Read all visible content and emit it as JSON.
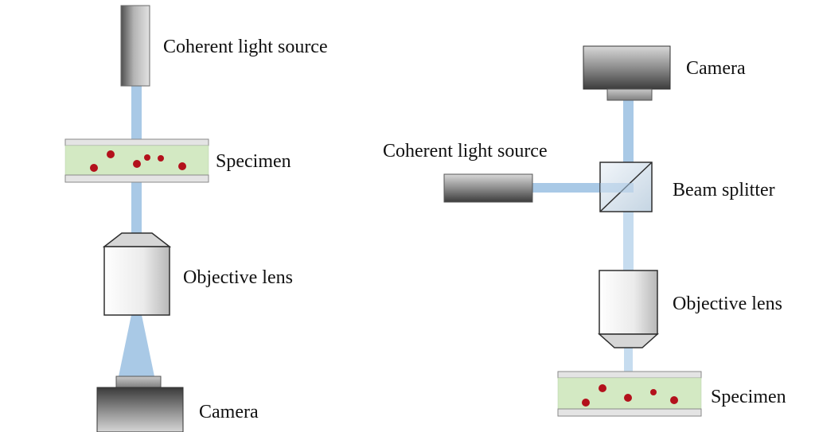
{
  "left_setup": {
    "light_source_label": "Coherent light source",
    "specimen_label": "Specimen",
    "objective_label": "Objective lens",
    "camera_label": "Camera"
  },
  "right_setup": {
    "camera_label": "Camera",
    "light_source_label": "Coherent light source",
    "beam_splitter_label": "Beam splitter",
    "objective_label": "Objective lens",
    "specimen_label": "Specimen"
  },
  "colors": {
    "beam": "#a9c9e6",
    "specimen_fill": "#d3e9c3",
    "particle": "#b3111c",
    "glass": "#e4e4e4"
  }
}
